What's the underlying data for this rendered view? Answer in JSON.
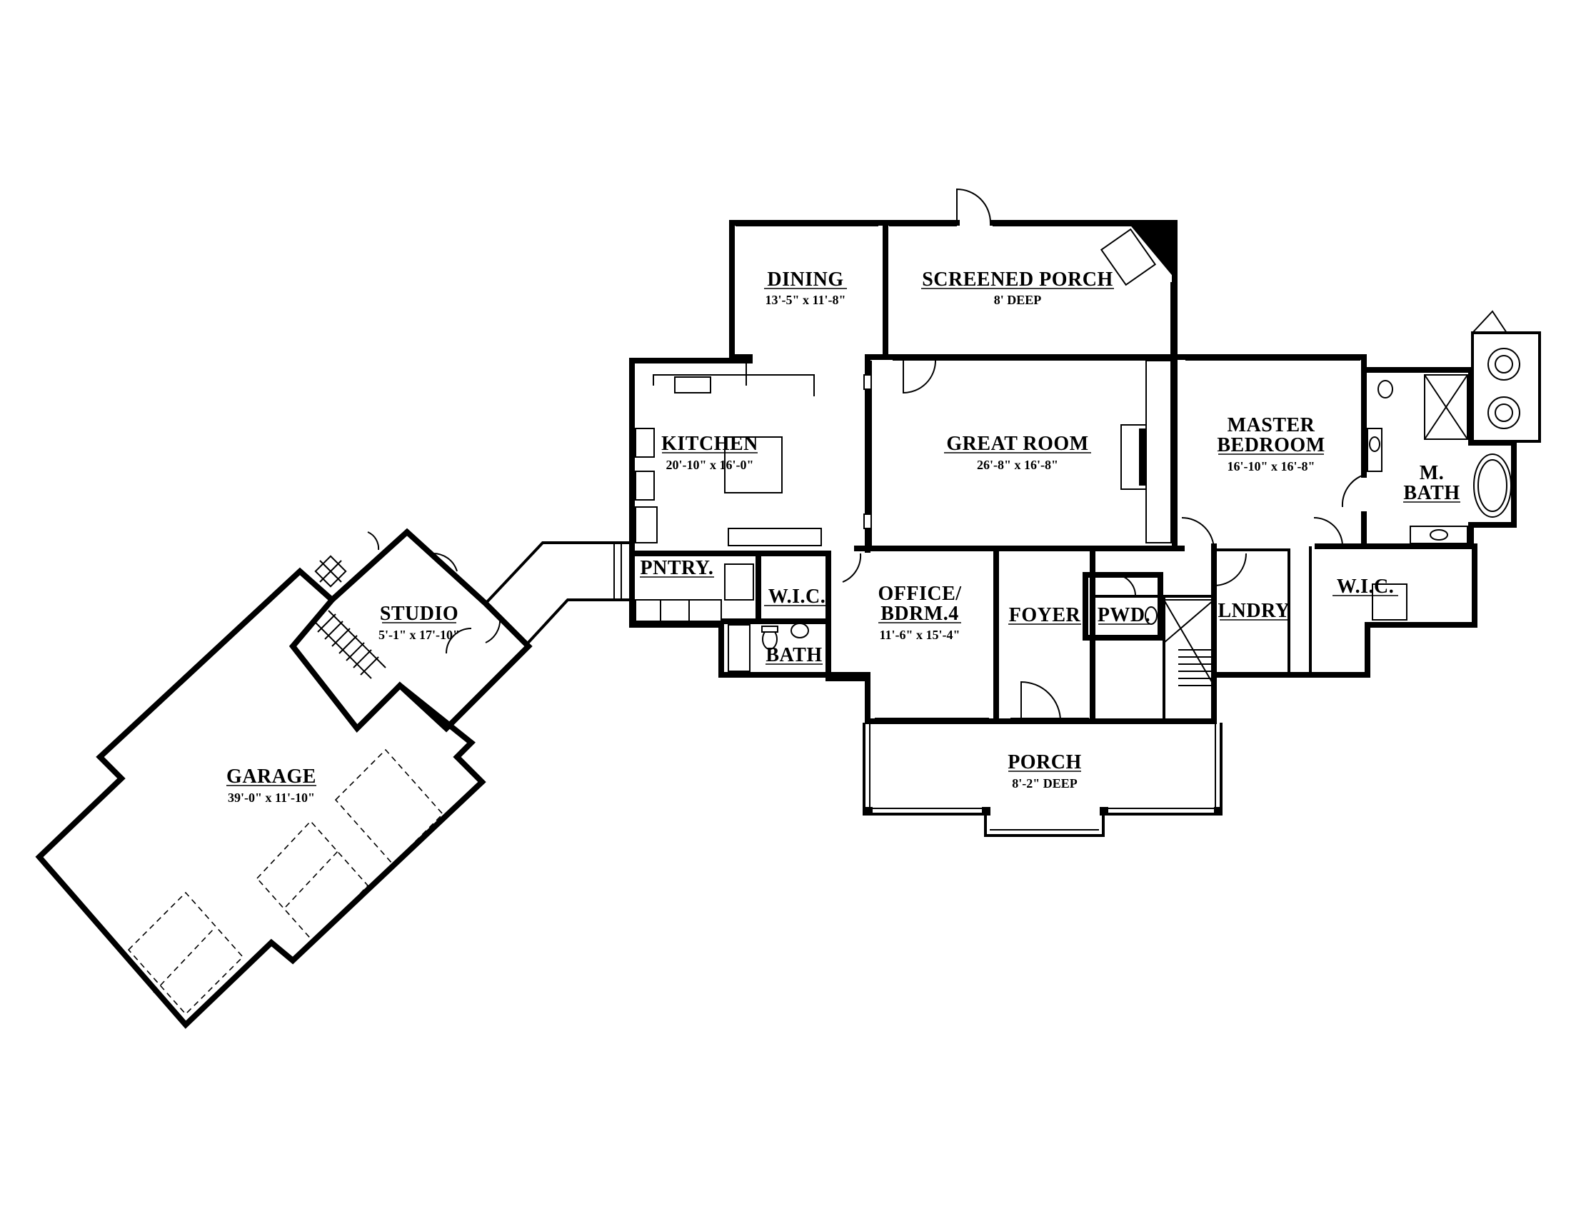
{
  "rooms": {
    "dining": {
      "name": "DINING",
      "dims": "13'-5\" x 11'-8\""
    },
    "screened_porch": {
      "name": "SCREENED PORCH",
      "dims": "8' DEEP"
    },
    "kitchen": {
      "name": "KITCHEN",
      "dims": "20'-10\" x 16'-0\""
    },
    "great_room": {
      "name": "GREAT ROOM",
      "dims": "26'-8\" x 16'-8\""
    },
    "master_bedroom": {
      "name_line1": "MASTER",
      "name_line2": "BEDROOM",
      "dims": "16'-10\" x 16'-8\""
    },
    "m_bath": {
      "name_line1": "M.",
      "name_line2": "BATH"
    },
    "pantry": {
      "name": "PNTRY."
    },
    "wic_left": {
      "name": "W.I.C."
    },
    "office": {
      "name_line1": "OFFICE/",
      "name_line2": "BDRM.4",
      "dims": "11'-6\" x 15'-4\""
    },
    "foyer": {
      "name": "FOYER"
    },
    "powder": {
      "name": "PWD."
    },
    "laundry": {
      "name": "LNDRY"
    },
    "wic_right": {
      "name": "W.I.C."
    },
    "bath": {
      "name": "BATH"
    },
    "studio": {
      "name": "STUDIO",
      "dims": "5'-1\" x 17'-10\""
    },
    "garage": {
      "name": "GARAGE",
      "dims": "39'-0\" x 11'-10\""
    },
    "porch": {
      "name": "PORCH",
      "dims": "8'-2\" DEEP"
    }
  }
}
